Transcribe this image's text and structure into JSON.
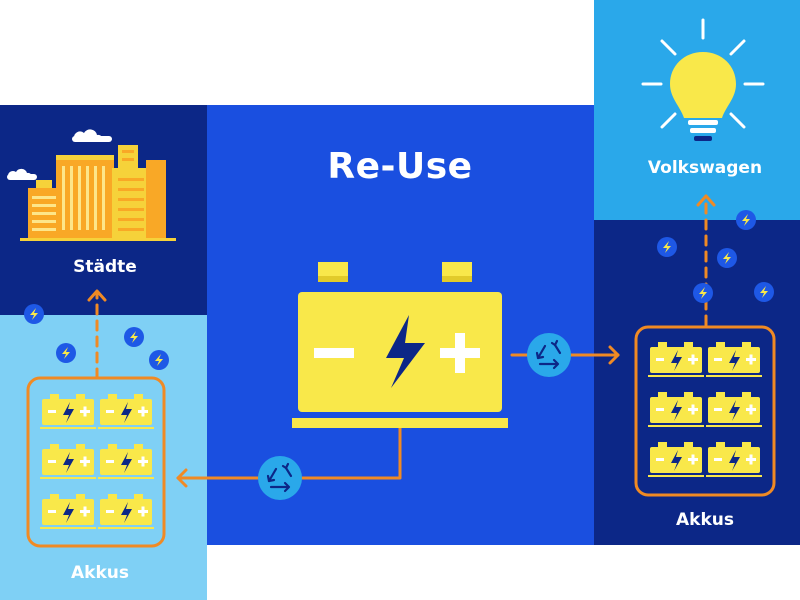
{
  "diagram": {
    "title": "Re-Use",
    "nodes": {
      "cities": "Städte",
      "volkswagen": "Volkswagen",
      "batteries_left": "Akkus",
      "batteries_right": "Akkus"
    },
    "colors": {
      "navy": "#0c2787",
      "royal_blue": "#1a4fe0",
      "sky_blue": "#2aa8ea",
      "light_blue": "#7fd0f5",
      "yellow": "#f9e84a",
      "orange": "#f08a24"
    },
    "icons": [
      "city-skyline-icon",
      "light-bulb-icon",
      "battery-icon",
      "recycle-icon",
      "lightning-bolt-icon"
    ]
  }
}
